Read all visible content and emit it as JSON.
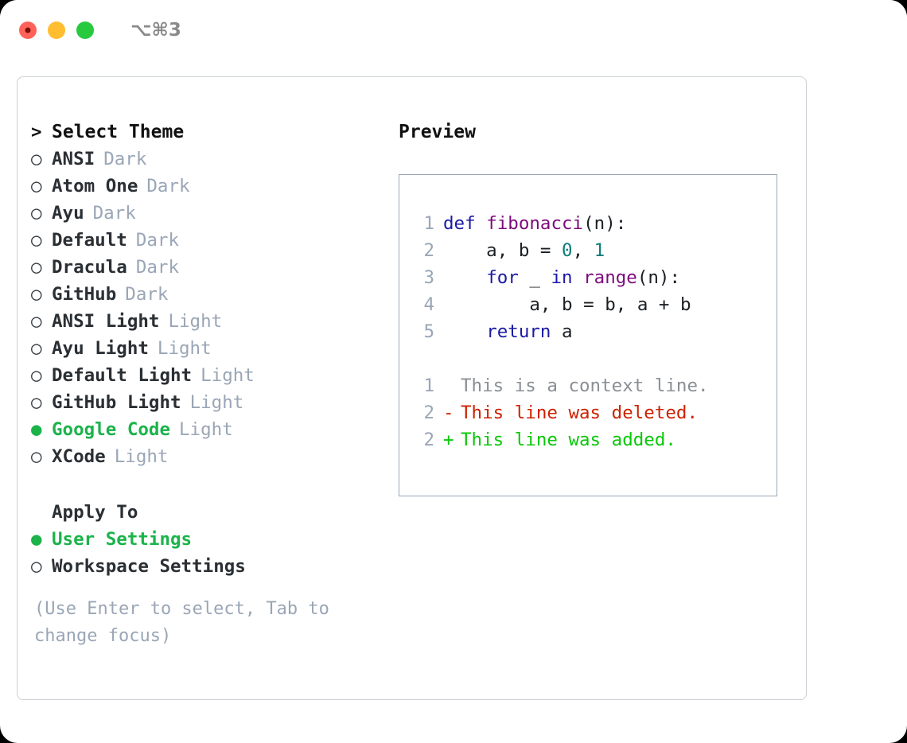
{
  "window": {
    "shortcut": "⌥⌘3",
    "traffic_lights": [
      "close",
      "minimize",
      "maximize"
    ],
    "accent_green": "#1bb34a",
    "muted_blue_gray": "#9aa6b6"
  },
  "theme_picker": {
    "heading_marker": ">",
    "heading": "Select Theme",
    "items": [
      {
        "marker": "○",
        "name": "ANSI",
        "badge": "Dark",
        "selected": false
      },
      {
        "marker": "○",
        "name": "Atom One",
        "badge": "Dark",
        "selected": false
      },
      {
        "marker": "○",
        "name": "Ayu",
        "badge": "Dark",
        "selected": false
      },
      {
        "marker": "○",
        "name": "Default",
        "badge": "Dark",
        "selected": false
      },
      {
        "marker": "○",
        "name": "Dracula",
        "badge": "Dark",
        "selected": false
      },
      {
        "marker": "○",
        "name": "GitHub",
        "badge": "Dark",
        "selected": false
      },
      {
        "marker": "○",
        "name": "ANSI Light",
        "badge": "Light",
        "selected": false
      },
      {
        "marker": "○",
        "name": "Ayu Light",
        "badge": "Light",
        "selected": false
      },
      {
        "marker": "○",
        "name": "Default Light",
        "badge": "Light",
        "selected": false
      },
      {
        "marker": "○",
        "name": "GitHub Light",
        "badge": "Light",
        "selected": false
      },
      {
        "marker": "●",
        "name": "Google Code",
        "badge": "Light",
        "selected": true
      },
      {
        "marker": "○",
        "name": "XCode",
        "badge": "Light",
        "selected": false
      }
    ]
  },
  "apply_to": {
    "heading": "Apply To",
    "options": [
      {
        "marker": "●",
        "label": "User Settings",
        "selected": true
      },
      {
        "marker": "○",
        "label": "Workspace Settings",
        "selected": false
      }
    ]
  },
  "hint": "(Use Enter to select, Tab to change focus)",
  "preview": {
    "title": "Preview",
    "code_lines": [
      {
        "no": "1",
        "tokens": [
          {
            "t": "def ",
            "c": "kw"
          },
          {
            "t": "fibonacci",
            "c": "fn"
          },
          {
            "t": "(n):",
            "c": "pl"
          }
        ]
      },
      {
        "no": "2",
        "tokens": [
          {
            "t": "    a, b = ",
            "c": "pl"
          },
          {
            "t": "0",
            "c": "num"
          },
          {
            "t": ", ",
            "c": "pl"
          },
          {
            "t": "1",
            "c": "num"
          }
        ]
      },
      {
        "no": "3",
        "tokens": [
          {
            "t": "    ",
            "c": "pl"
          },
          {
            "t": "for",
            "c": "kw"
          },
          {
            "t": " _ ",
            "c": "pl"
          },
          {
            "t": "in",
            "c": "kw"
          },
          {
            "t": " ",
            "c": "pl"
          },
          {
            "t": "range",
            "c": "fn"
          },
          {
            "t": "(n):",
            "c": "pl"
          }
        ]
      },
      {
        "no": "4",
        "tokens": [
          {
            "t": "        a, b = b, a + b",
            "c": "pl"
          }
        ]
      },
      {
        "no": "5",
        "tokens": [
          {
            "t": "    ",
            "c": "pl"
          },
          {
            "t": "return",
            "c": "kw"
          },
          {
            "t": " a",
            "c": "pl"
          }
        ]
      }
    ],
    "diff_lines": [
      {
        "no": "1",
        "sign": " ",
        "text": "This is a context line.",
        "kind": "ctx"
      },
      {
        "no": "2",
        "sign": "-",
        "text": "This line was deleted.",
        "kind": "del"
      },
      {
        "no": "2",
        "sign": "+",
        "text": "This line was added.",
        "kind": "add"
      }
    ]
  }
}
